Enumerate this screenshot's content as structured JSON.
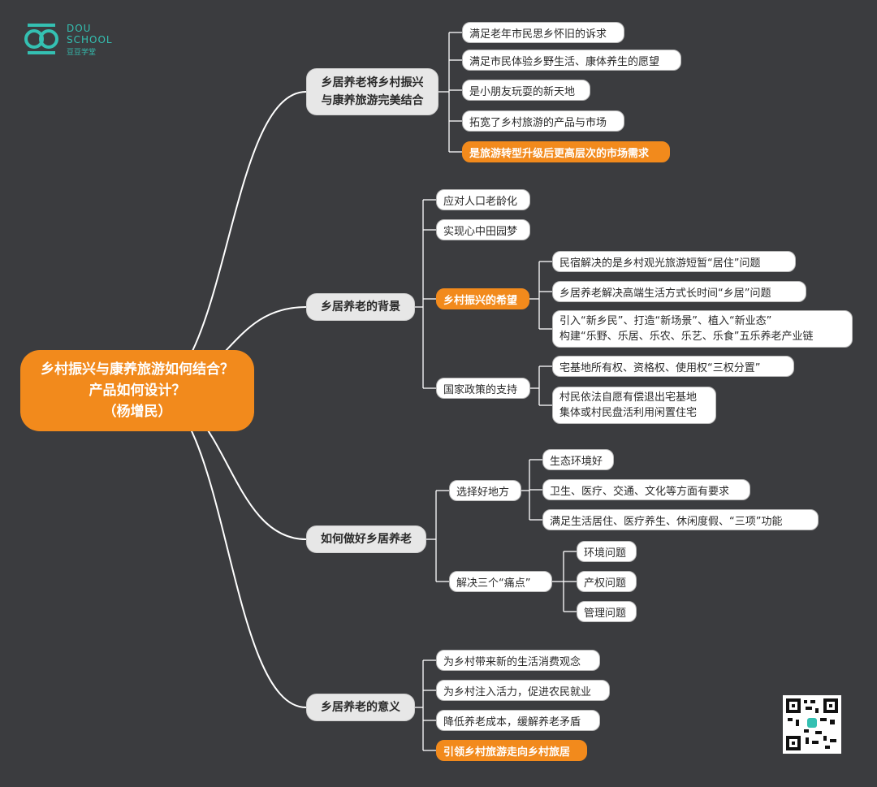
{
  "logo": {
    "line1": "DOU",
    "line2": "SCHOOL",
    "line3": "豆豆学堂",
    "color": "#34c0b2"
  },
  "colors": {
    "background": "#3b3c3f",
    "link": "#ffffff",
    "accent": "#f28a1c",
    "branch_fill": "#e7e7e7",
    "leaf_fill": "#ffffff"
  },
  "root": {
    "lines": [
      "乡村振兴与康养旅游如何结合？",
      "产品如何设计？",
      "（杨增民）"
    ]
  },
  "branches": [
    {
      "lines": [
        "乡居养老将乡村振兴",
        "与康养旅游完美结合"
      ],
      "children": [
        {
          "lines": [
            "满足老年市民思乡怀旧的诉求"
          ]
        },
        {
          "lines": [
            "满足市民体验乡野生活、康体养生的愿望"
          ]
        },
        {
          "lines": [
            "是小朋友玩耍的新天地"
          ]
        },
        {
          "lines": [
            "拓宽了乡村旅游的产品与市场"
          ]
        },
        {
          "lines": [
            "是旅游转型升级后更高层次的市场需求"
          ],
          "highlight": true
        }
      ]
    },
    {
      "lines": [
        "乡居养老的背景"
      ],
      "children": [
        {
          "lines": [
            "应对人口老龄化"
          ]
        },
        {
          "lines": [
            "实现心中田园梦"
          ]
        },
        {
          "lines": [
            "乡村振兴的希望"
          ],
          "highlight": true,
          "children": [
            {
              "lines": [
                "民宿解决的是乡村观光旅游短暂“居住”问题"
              ]
            },
            {
              "lines": [
                "乡居养老解决高端生活方式长时间“乡居”问题"
              ]
            },
            {
              "lines": [
                "引入“新乡民”、打造“新场景”、植入“新业态”",
                "构建“乐野、乐居、乐农、乐艺、乐食”五乐养老产业链"
              ]
            }
          ]
        },
        {
          "lines": [
            "国家政策的支持"
          ],
          "children": [
            {
              "lines": [
                "宅基地所有权、资格权、使用权“三权分置”"
              ]
            },
            {
              "lines": [
                "村民依法自愿有偿退出宅基地",
                "集体或村民盘活利用闲置住宅"
              ]
            }
          ]
        }
      ]
    },
    {
      "lines": [
        "如何做好乡居养老"
      ],
      "children": [
        {
          "lines": [
            "选择好地方"
          ],
          "children": [
            {
              "lines": [
                "生态环境好"
              ]
            },
            {
              "lines": [
                "卫生、医疗、交通、文化等方面有要求"
              ]
            },
            {
              "lines": [
                "满足生活居住、医疗养生、休闲度假、“三项”功能"
              ]
            }
          ]
        },
        {
          "lines": [
            "解决三个“痛点”"
          ],
          "children": [
            {
              "lines": [
                "环境问题"
              ]
            },
            {
              "lines": [
                "产权问题"
              ]
            },
            {
              "lines": [
                "管理问题"
              ]
            }
          ]
        }
      ]
    },
    {
      "lines": [
        "乡居养老的意义"
      ],
      "children": [
        {
          "lines": [
            "为乡村带来新的生活消费观念"
          ]
        },
        {
          "lines": [
            "为乡村注入活力，促进农民就业"
          ]
        },
        {
          "lines": [
            "降低养老成本，缓解养老矛盾"
          ]
        },
        {
          "lines": [
            "引领乡村旅游走向乡村旅居"
          ],
          "highlight": true
        }
      ]
    }
  ]
}
